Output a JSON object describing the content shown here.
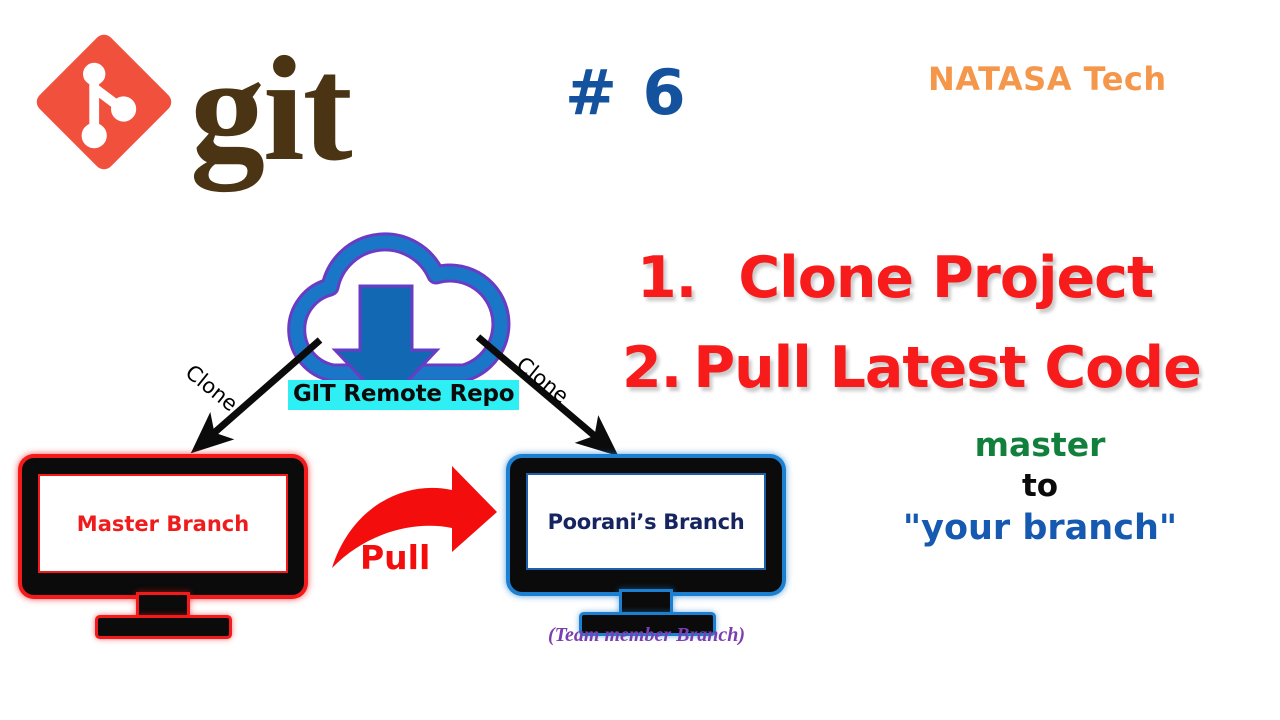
{
  "header": {
    "logo_icon": "git-logo-icon",
    "wordmark": "git",
    "episode": "# 6",
    "channel": "NATASA Tech",
    "wordmark_color": "#4a3413",
    "logo_color": "#f0503c",
    "episode_color": "#14529e",
    "channel_color": "#f4974b"
  },
  "diagram": {
    "cloud": {
      "icon": "cloud-download-icon",
      "label": "GIT Remote Repo",
      "label_highlight_color": "#2ef0f4",
      "cloud_stroke_color": "#1a77c8",
      "cloud_edge_color": "#6a3cc4",
      "arrow_color": "#1368b3"
    },
    "arrows": [
      {
        "name": "clone-arrow-left",
        "label": "Clone",
        "color": "#000000"
      },
      {
        "name": "clone-arrow-right",
        "label": "Clone",
        "color": "#000000"
      }
    ],
    "pull_arrow": {
      "label": "Pull",
      "color": "#f40d0d"
    },
    "monitors": [
      {
        "name": "master-branch-monitor",
        "label": "Master Branch",
        "accent": "#f21a1a",
        "caption": ""
      },
      {
        "name": "poorani-branch-monitor",
        "label": "Poorani’s Branch",
        "accent": "#1d7fd0",
        "caption": "(Team member Branch)",
        "caption_color": "#7b3fb0"
      }
    ]
  },
  "steps": [
    {
      "number": "1.",
      "text": "Clone Project"
    },
    {
      "number": "2.",
      "text": "Pull Latest Code"
    }
  ],
  "branch_note": {
    "source": "master",
    "connector": "to",
    "target": "\"your branch\"",
    "source_color": "#10803c",
    "connector_color": "#0b0b0b",
    "target_color": "#1559b0"
  }
}
